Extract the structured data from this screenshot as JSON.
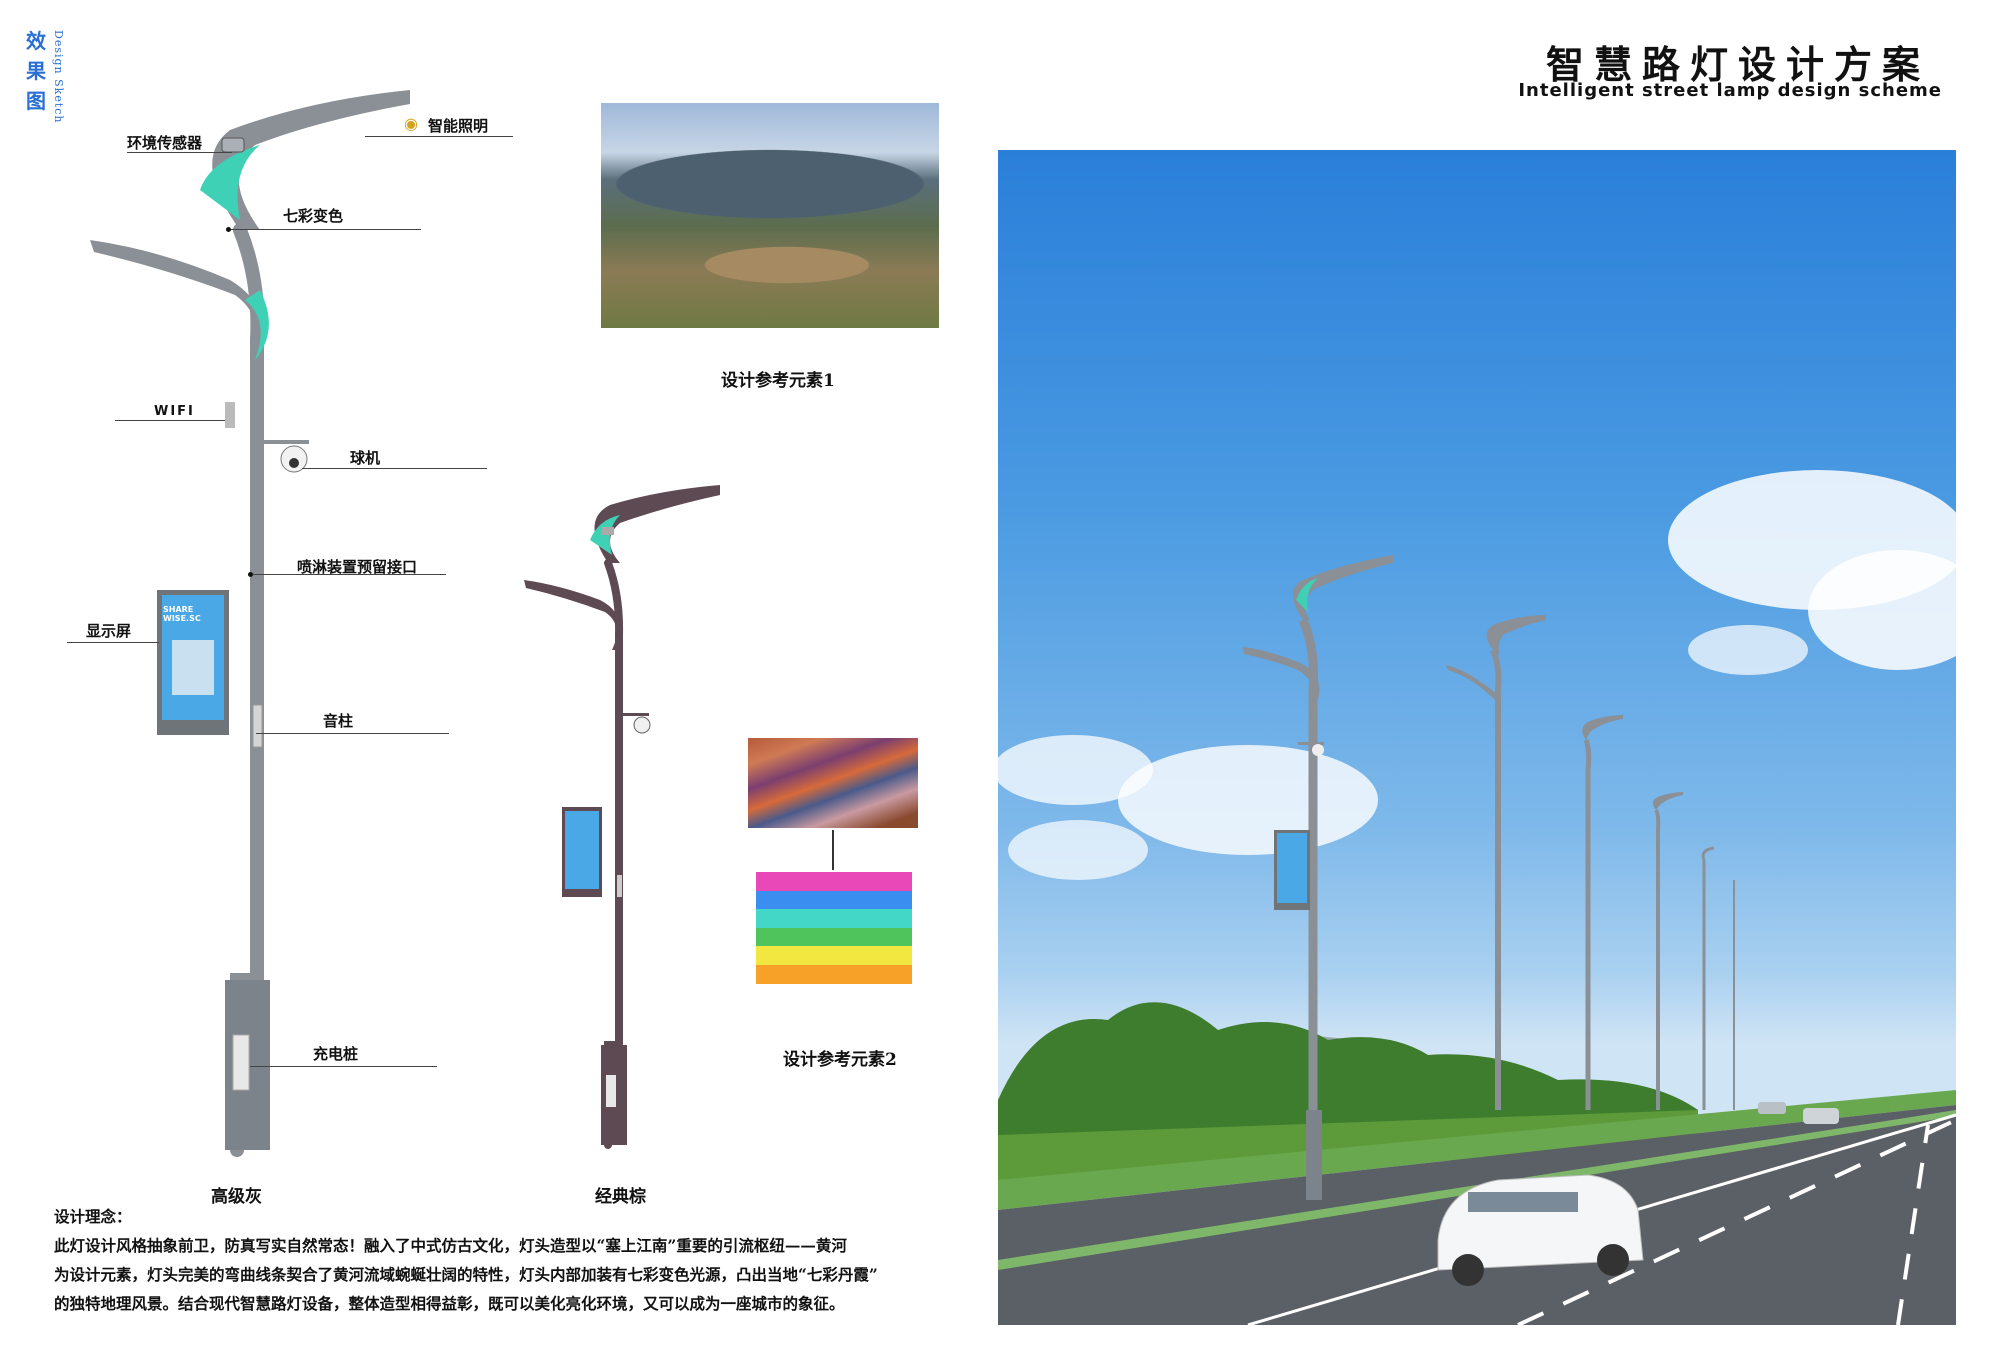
{
  "header": {
    "corner_label": "效果图",
    "corner_sub": "Design Sketch",
    "title_cn": "智慧路灯设计方案",
    "title_en": "Intelligent street lamp design scheme"
  },
  "callouts": {
    "env_sensor": "环境传感器",
    "smart_lighting": "智能照明",
    "colorful": "七彩变色",
    "wifi": "WIFI",
    "dome_camera": "球机",
    "spray_port": "喷淋装置预留接口",
    "display": "显示屏",
    "speaker": "音柱",
    "charging": "充电桩"
  },
  "screen_text": "SHARE WISE.SC",
  "variants": {
    "left": "高级灰",
    "middle": "经典棕"
  },
  "references": {
    "ref1": "设计参考元素1",
    "ref2": "设计参考元素2"
  },
  "swatch_colors": [
    "#e848b8",
    "#3a8ef0",
    "#43d7c8",
    "#4fc35c",
    "#f2e640",
    "#f7a128",
    "#ef3a2c"
  ],
  "description": {
    "heading": "设计理念：",
    "line1": "此灯设计风格抽象前卫，防真写实自然常态！融入了中式仿古文化，灯头造型以“塞上江南”重要的引流枢纽——黄河",
    "line2": "为设计元素，灯头完美的弯曲线条契合了黄河流域蜿蜒壮阔的特性，灯头内部加装有七彩变色光源，凸出当地“七彩丹霞”",
    "line3": "的独特地理风景。结合现代智慧路灯设备，整体造型相得益彰，既可以美化亮化环境，又可以成为一座城市的象征。"
  },
  "colors": {
    "pole_gray": "#8a9096",
    "pole_brown": "#5e4a52",
    "accent_cyan": "#3fd1b6",
    "heading_blue": "#2a6fd4",
    "sky": "#3a8fe0"
  }
}
